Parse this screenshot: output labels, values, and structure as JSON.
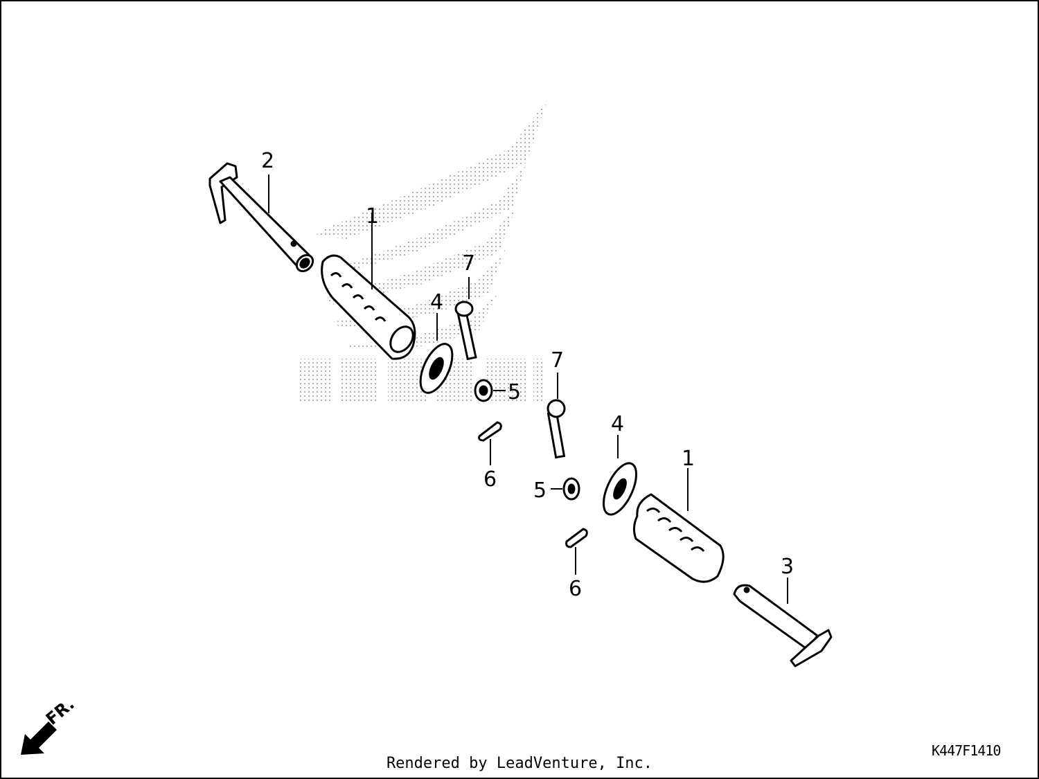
{
  "callouts": [
    {
      "id": "c2",
      "label": "2"
    },
    {
      "id": "c1a",
      "label": "1"
    },
    {
      "id": "c7a",
      "label": "7"
    },
    {
      "id": "c4a",
      "label": "4"
    },
    {
      "id": "c5a",
      "label": "5"
    },
    {
      "id": "c6a",
      "label": "6"
    },
    {
      "id": "c7b",
      "label": "7"
    },
    {
      "id": "c4b",
      "label": "4"
    },
    {
      "id": "c1b",
      "label": "1"
    },
    {
      "id": "c5b",
      "label": "5"
    },
    {
      "id": "c6b",
      "label": "6"
    },
    {
      "id": "c3",
      "label": "3"
    }
  ],
  "direction_label": "FR.",
  "credit": "Rendered by LeadVenture, Inc.",
  "diagram_code": "K447F1410",
  "colors": {
    "ink": "#000000",
    "watermark": "#9a9a9a",
    "background": "#ffffff"
  }
}
